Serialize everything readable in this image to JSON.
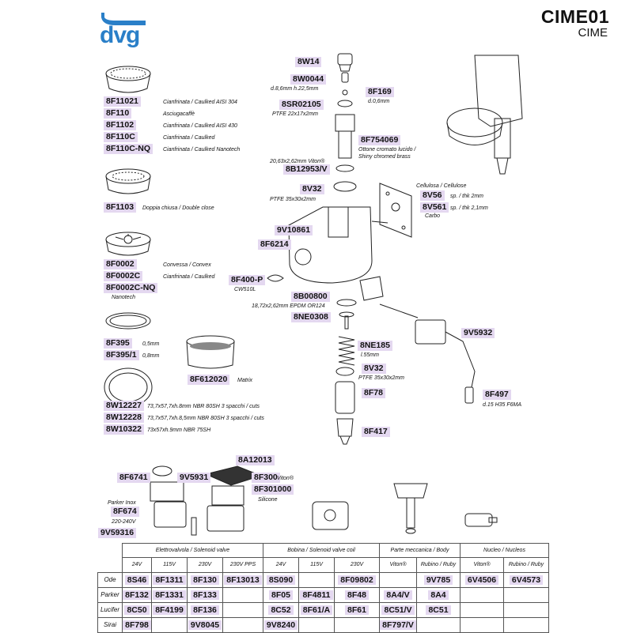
{
  "header": {
    "logo_text": "dvg",
    "title": "CIME01",
    "subtitle": "CIME"
  },
  "left_parts": [
    {
      "code": "8F11021",
      "desc": "Cianfrinata / Caulked AISI 304"
    },
    {
      "code": "8F110",
      "desc": "Asciugacaffè"
    },
    {
      "code": "8F1102",
      "desc": "Cianfrinata / Caulked AISI 430"
    },
    {
      "code": "8F110C",
      "desc": "Cianfrinata / Caulked"
    },
    {
      "code": "8F110C-NQ",
      "desc": "Cianfrinata / Caulked Nanotech"
    },
    {
      "code": "8F1103",
      "desc": "Doppia chiusa / Double close"
    },
    {
      "code": "8F0002",
      "desc": "Convessa / Convex"
    },
    {
      "code": "8F0002C",
      "desc": "Cianfrinata / Caulked"
    },
    {
      "code": "8F0002C-NQ",
      "desc": "Nanotech"
    },
    {
      "code": "8F395",
      "desc": "0,5mm"
    },
    {
      "code": "8F395/1",
      "desc": "0,8mm"
    },
    {
      "code": "8F612020",
      "desc": "Matrix"
    },
    {
      "code": "8W12227",
      "desc": "73,7x57,7xh.8mm NBR 80SH 3 spacchi / cuts"
    },
    {
      "code": "8W12228",
      "desc": "73,7x57,7xh.8,5mm NBR 80SH 3 spacchi / cuts"
    },
    {
      "code": "8W10322",
      "desc": "73x57xh.9mm NBR 75SH"
    }
  ],
  "center_parts": [
    {
      "code": "8W14",
      "desc": ""
    },
    {
      "code": "8W0044",
      "desc": "d.8,6mm h.22,5mm"
    },
    {
      "code": "8F169",
      "desc": "d.0,6mm"
    },
    {
      "code": "8SR02105",
      "desc": "PTFE 22x17x2mm"
    },
    {
      "code": "8F754069",
      "desc": "Ottone cromato lucido / Shiny chromed brass"
    },
    {
      "code": "8B12953/V",
      "desc": "20,63x2,62mm Viton®"
    },
    {
      "code": "8V32",
      "desc": "PTFE 35x30x2mm"
    },
    {
      "code": "8V56",
      "desc": "sp. / thk 2mm"
    },
    {
      "code": "8V561",
      "desc": "sp. / thk 2,1mm"
    },
    {
      "code": "9V10861",
      "desc": ""
    },
    {
      "code": "8F6214",
      "desc": ""
    },
    {
      "code": "8F400-P",
      "desc": "CW510L"
    },
    {
      "code": "8B00800",
      "desc": "18,72x2,62mm EPDM OR124"
    },
    {
      "code": "8NE0308",
      "desc": ""
    },
    {
      "code": "9V5932",
      "desc": ""
    },
    {
      "code": "8NE185",
      "desc": "l.55mm"
    },
    {
      "code": "8V32",
      "desc": "PTFE 35x30x2mm"
    },
    {
      "code": "8F78",
      "desc": ""
    },
    {
      "code": "8F497",
      "desc": "d.15 H35 F6MA"
    },
    {
      "code": "8F417",
      "desc": ""
    }
  ],
  "gasket_notes": {
    "cellulosa": "Cellulosa / Cellulose",
    "carbo": "Carbo"
  },
  "valve_parts": [
    {
      "code": "8A12013",
      "desc": ""
    },
    {
      "code": "8F6741",
      "desc": ""
    },
    {
      "code": "9V5931",
      "desc": ""
    },
    {
      "code": "8F300",
      "desc": "Viton®"
    },
    {
      "code": "8F301000",
      "desc": "Silicone"
    },
    {
      "code": "8F674",
      "desc": "220-240V"
    },
    {
      "code": "9V59316",
      "desc": ""
    }
  ],
  "valve_note": "Parker Inox",
  "table": {
    "groups": [
      {
        "label": "Elettrovalvola / Solenoid valve",
        "span": 4
      },
      {
        "label": "Bobina / Solenoid valve coil",
        "span": 3
      },
      {
        "label": "Parte meccanica / Body",
        "span": 2
      },
      {
        "label": "Nucleo / Nucleos",
        "span": 2
      }
    ],
    "subheaders": [
      "24V",
      "115V",
      "230V",
      "230V PPS",
      "24V",
      "115V",
      "230V",
      "Viton®",
      "Rubino / Ruby",
      "Viton®",
      "Rubino / Ruby"
    ],
    "rows": [
      {
        "label": "Ode",
        "cells": [
          "8S46",
          "8F1311",
          "8F130",
          "8F13013",
          "8S090",
          "",
          "8F09802",
          "",
          "9V785",
          "6V4506",
          "6V4573"
        ]
      },
      {
        "label": "Parker",
        "cells": [
          "8F132",
          "8F1331",
          "8F133",
          "",
          "8F05",
          "8F4811",
          "8F48",
          "8A4/V",
          "8A4",
          "",
          ""
        ]
      },
      {
        "label": "Lucifer",
        "cells": [
          "8C50",
          "8F4199",
          "8F136",
          "",
          "8C52",
          "8F61/A",
          "8F61",
          "8C51/V",
          "8C51",
          "",
          ""
        ]
      },
      {
        "label": "Sirai",
        "cells": [
          "8F798",
          "",
          "9V8045",
          "",
          "9V8240",
          "",
          "",
          "8F797/V",
          "",
          "",
          ""
        ]
      }
    ]
  }
}
